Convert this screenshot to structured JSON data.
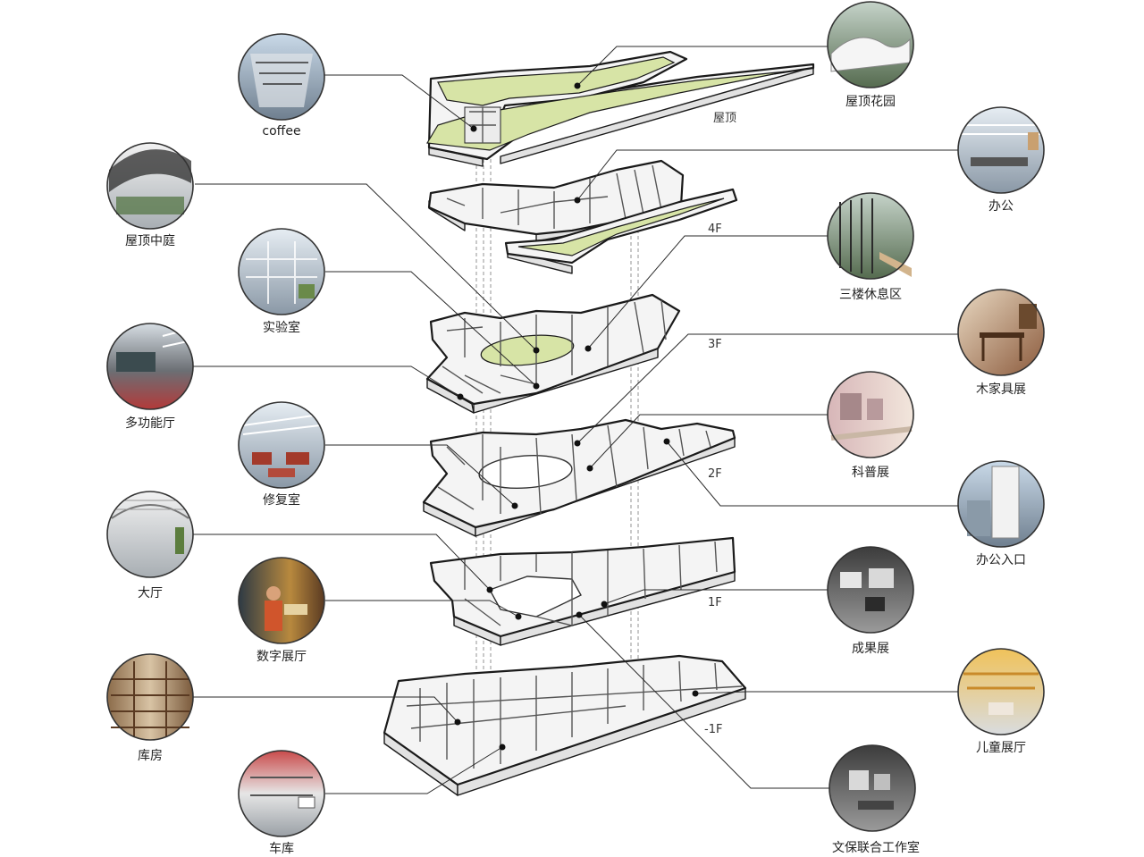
{
  "callouts": {
    "coffee": "coffee",
    "rooftop_garden": "屋顶花园",
    "rooftop_courtyard": "屋顶中庭",
    "office": "办公",
    "lab": "实验室",
    "third_floor_lounge": "三楼休息区",
    "multifunction_hall": "多功能厅",
    "wood_furniture_exhibit": "木家具展",
    "restoration_room": "修复室",
    "science_exhibit": "科普展",
    "lobby": "大厅",
    "office_entrance": "办公入口",
    "digital_exhibit": "数字展厅",
    "achievement_exhibit": "成果展",
    "storage": "库房",
    "children_exhibit": "儿童展厅",
    "garage": "车库",
    "conservation_studio": "文保联合工作室"
  },
  "floors": {
    "roof": "屋顶",
    "f4": "4F",
    "f3": "3F",
    "f2": "2F",
    "f1": "1F",
    "b1": "-1F"
  },
  "colors": {
    "green_roof": "#d7e4a6",
    "slab": "#f4f4f4",
    "outline": "#1a1a1a",
    "leader": "#2a2a2a"
  },
  "icons": {
    "photo": "photo-thumbnail"
  }
}
